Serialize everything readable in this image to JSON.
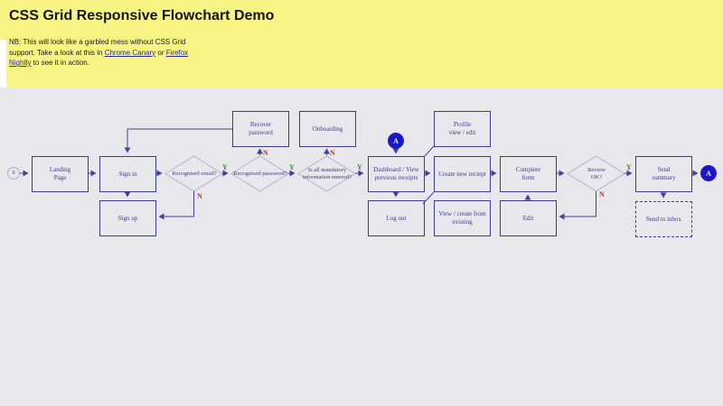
{
  "header": {
    "title": "CSS Grid Responsive Flowchart Demo",
    "note": {
      "line1": "NB: This will look like a garbled mess without CSS Grid",
      "line2_pre": "support. Take a look at this in ",
      "link_chrome": "Chrome Canary",
      "line2_mid": " or ",
      "link_firefox_a": "Firefox",
      "link_firefox_b": "Nightly",
      "line3_post": " to see it in action."
    }
  },
  "flowchart": {
    "start_label": "S",
    "connector_label": "A",
    "branch_yes": "Y",
    "branch_no": "N",
    "nodes": {
      "landing": "Landing\nPage",
      "sign_in": "Sign in",
      "sign_up": "Sign up",
      "recover": "Recover\npassword",
      "onboarding": "Onboarding",
      "recognised_email": "Recognised email?",
      "recognised_password": "Recognised password?",
      "mandatory_info": "Is all mandatory\ninformation entered?",
      "dashboard": "Dashboard / View\nprevious receipts",
      "log_out": "Log out",
      "profile": "Profile\nview / edit",
      "create_receipt": "Create new reciept",
      "view_create": "View / create from\nexisting",
      "complete_form": "Complete\nform",
      "edit": "Edit",
      "review": "Review\nOK?",
      "send_summary": "Send\nsummary",
      "send_inbox": "Send to inbox"
    },
    "colors": {
      "header_bg": "#f7f484",
      "canvas_bg": "#e8e7ec",
      "node_border": "#3b3b8f",
      "line": "#42429e",
      "diamond_border": "#b2b2d2",
      "yes_green": "#2f8b38",
      "no_red": "#c0392b",
      "connector_blue": "#1c15cf"
    }
  }
}
